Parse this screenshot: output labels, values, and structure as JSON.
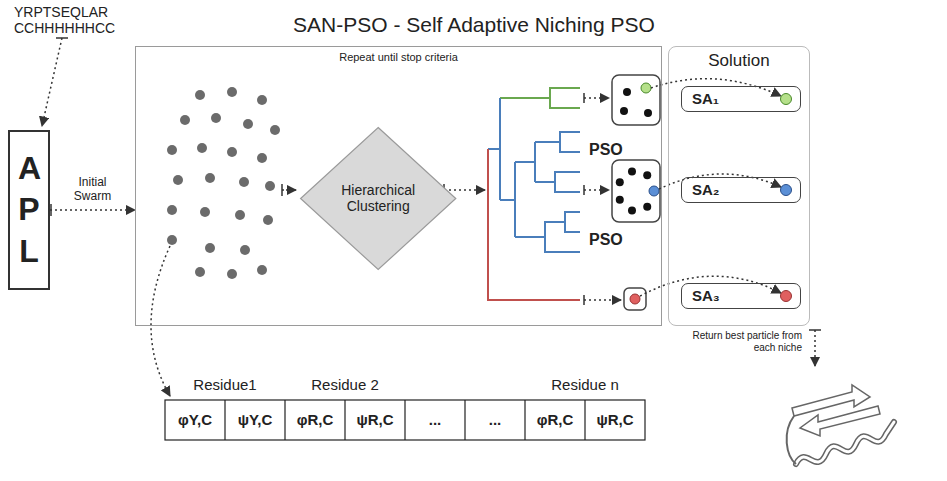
{
  "diagram": {
    "title": "SAN-PSO - Self Adaptive Niching PSO",
    "nodes": [
      {
        "text": [
          "A P L"
        ]
      },
      {
        "text": [
          "Repeat until stop criteria"
        ]
      },
      {
        "text": [
          "Hierarchical Clustering"
        ],
        "in": 1
      },
      {
        "text": [
          "Solution"
        ]
      },
      {
        "text": [
          "SA₁"
        ],
        "in": 3
      },
      {
        "text": [
          "SA₂"
        ],
        "in": 3
      },
      {
        "text": [
          "SA₃"
        ],
        "in": 3
      }
    ],
    "edges": [
      {
        "from": 0,
        "to": 1,
        "label": "Initial Swarm",
        "arrow": "to"
      }
    ],
    "labels": [
      "YRPTSEQLAR",
      "CCHHHHHHCC",
      "PSO",
      "PSO",
      "Return best particle from each niche",
      "Residue1",
      "Residue 2",
      "Residue n",
      "φY,C",
      "ψY,C",
      "φR,C",
      "ψR,C",
      "...",
      "...",
      "φR,C",
      "ψR,C"
    ]
  }
}
